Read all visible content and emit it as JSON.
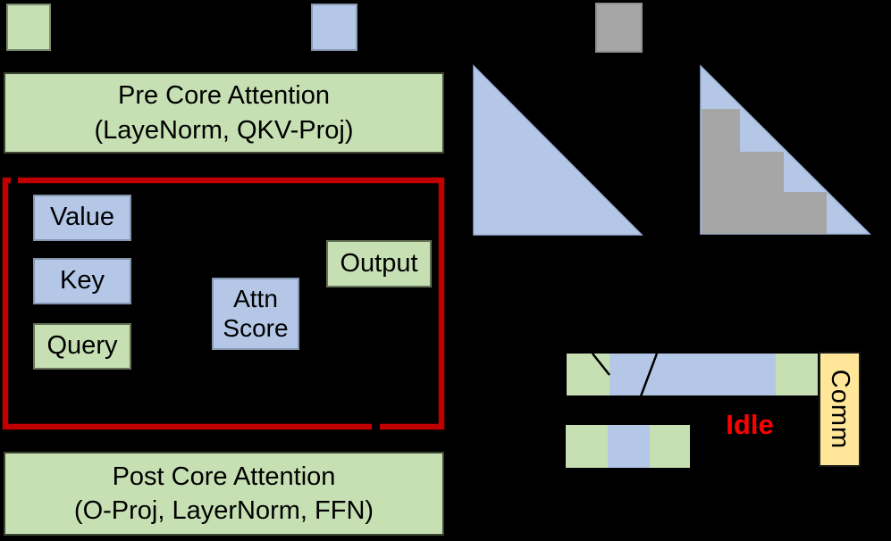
{
  "colors": {
    "background": "#000000",
    "green": "#c6e0b4",
    "blue": "#b4c7e7",
    "gray": "#a6a6a6",
    "yellow": "#ffe699",
    "red_box": "#c00000",
    "idle_text": "#ff0000",
    "black_line": "#000000"
  },
  "legend": {
    "swatches": [
      {
        "id": "green-swatch"
      },
      {
        "id": "blue-swatch"
      },
      {
        "id": "gray-swatch"
      }
    ]
  },
  "pipeline": {
    "pre_core_attention": {
      "title": "Pre Core Attention",
      "subtitle": "(LayeNorm, QKV-Proj)"
    },
    "core_attention": {
      "value_label": "Value",
      "key_label": "Key",
      "query_label": "Query",
      "attn_score_line1": "Attn",
      "attn_score_line2": "Score",
      "output_label": "Output"
    },
    "post_core_attention": {
      "title": "Post Core Attention",
      "subtitle": "(O-Proj, LayerNorm, FFN)"
    }
  },
  "timeline": {
    "idle_label": "Idle",
    "comm_label": "Comm"
  }
}
